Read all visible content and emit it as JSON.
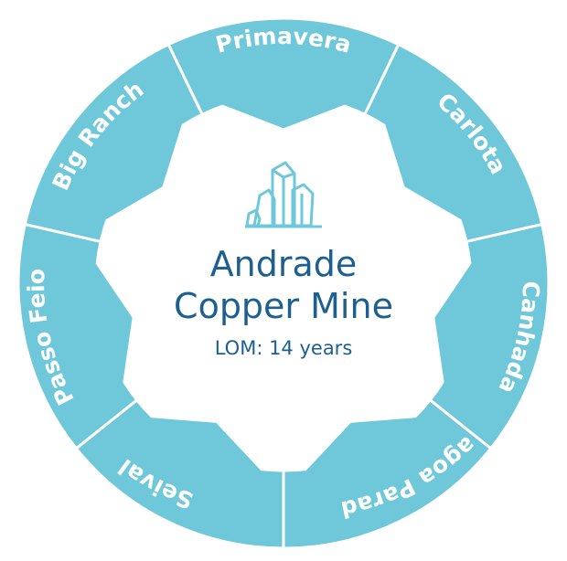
{
  "center": {
    "title_line1": "Andrade",
    "title_line2": "Copper Mine",
    "subtitle": "LOM: 14 years",
    "icon": "crystal-icon"
  },
  "segments": [
    {
      "label": "Primavera"
    },
    {
      "label": "Carlota"
    },
    {
      "label": "Canhada"
    },
    {
      "label": "Lagoa Parada"
    },
    {
      "label": "Seival"
    },
    {
      "label": "Passo Feio"
    },
    {
      "label": "Big Ranch"
    }
  ],
  "colors": {
    "ring": "#6ec8d9",
    "ring_outline": "#ffffff",
    "text_center": "#1d5f8e",
    "icon": "#6ec8d9"
  }
}
